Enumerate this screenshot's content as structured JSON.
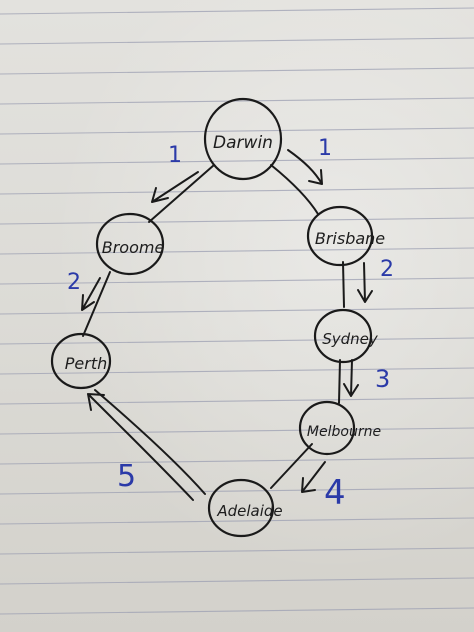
{
  "colors": {
    "ink": "#1a1a1a",
    "blue_ink": "#2b3aa8",
    "rule_line": "#8f93a8",
    "margin_line": "#c9a9a9"
  },
  "nodes": {
    "darwin": "Darwin",
    "brisbane": "Brisbane",
    "broome": "Broome",
    "sydney": "Sydney",
    "perth": "Perth",
    "melbourne": "Melbourne",
    "adelaide": "Adelaide"
  },
  "step_numbers": {
    "darwin_broome": "1",
    "darwin_brisbane": "1",
    "broome_perth": "2",
    "brisbane_sydney": "2",
    "sydney_melbourne": "3",
    "melbourne_adelaide": "4",
    "adelaide_perth": "5"
  }
}
